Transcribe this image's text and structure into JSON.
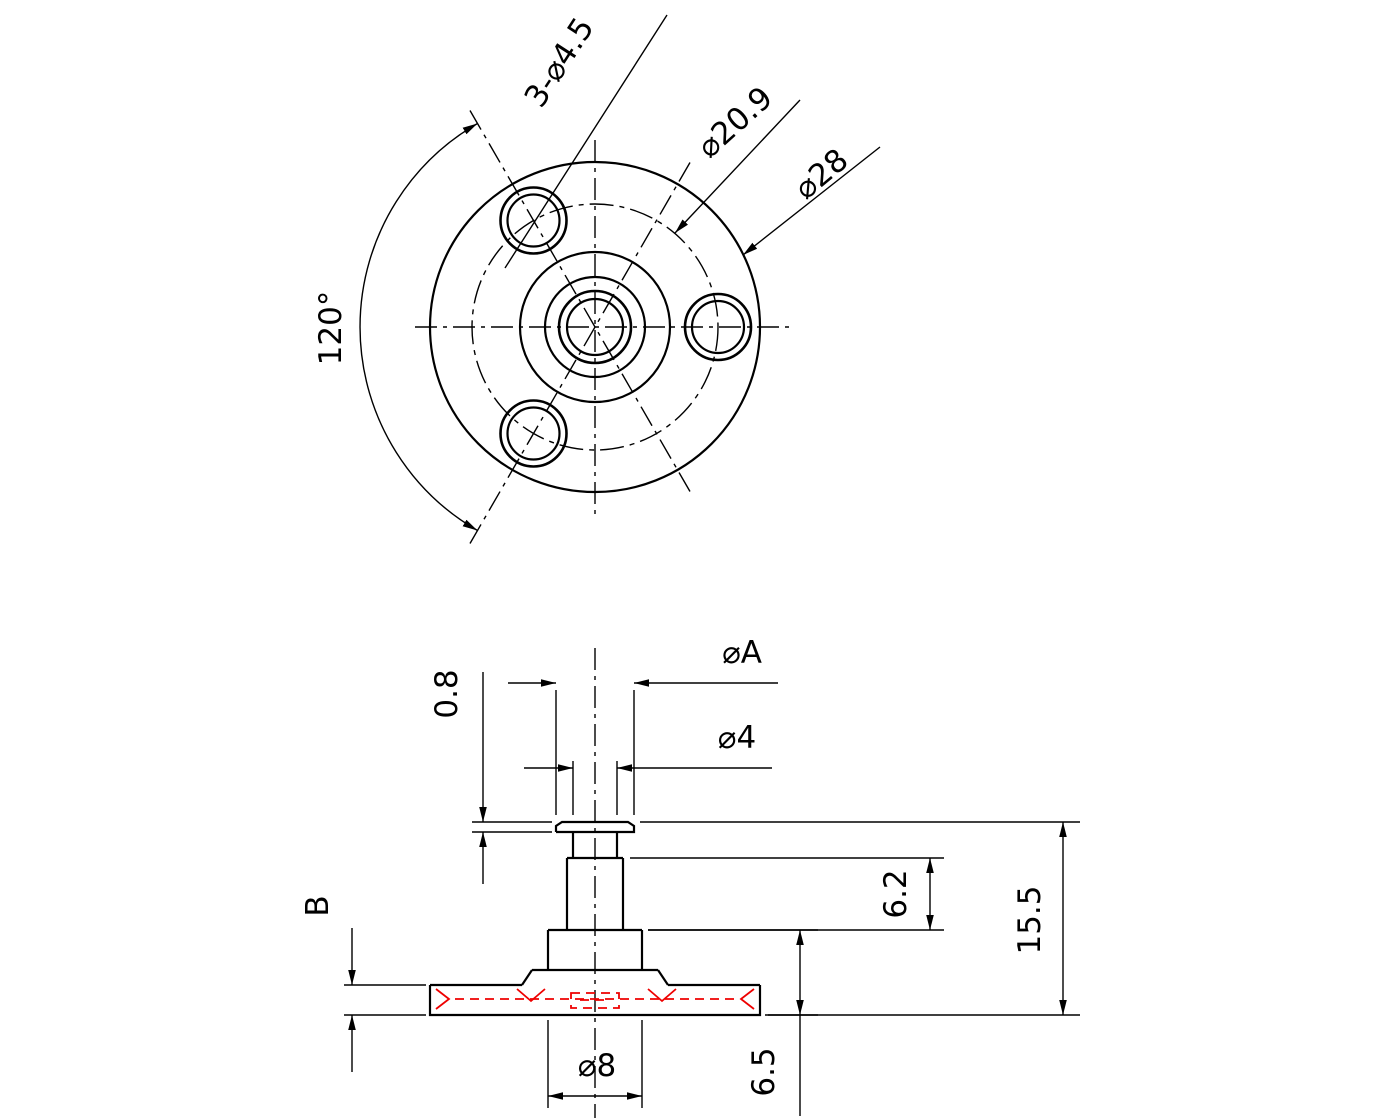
{
  "colors": {
    "line": "#000000",
    "hidden_detail": "#ee0000",
    "background": "#ffffff"
  },
  "top_view": {
    "hole_callout": "3-⌀4.5",
    "bolt_circle_dia": "⌀20.9",
    "outer_dia": "⌀28",
    "hole_angle": "120°"
  },
  "side_view": {
    "groove_width": "0.8",
    "head_dia": "⌀A",
    "tip_dia": "⌀4",
    "shoulder_length": "6.2",
    "total_height": "15.5",
    "base_height": "6.5",
    "flange_thickness": "B",
    "boss_dia": "⌀8"
  }
}
